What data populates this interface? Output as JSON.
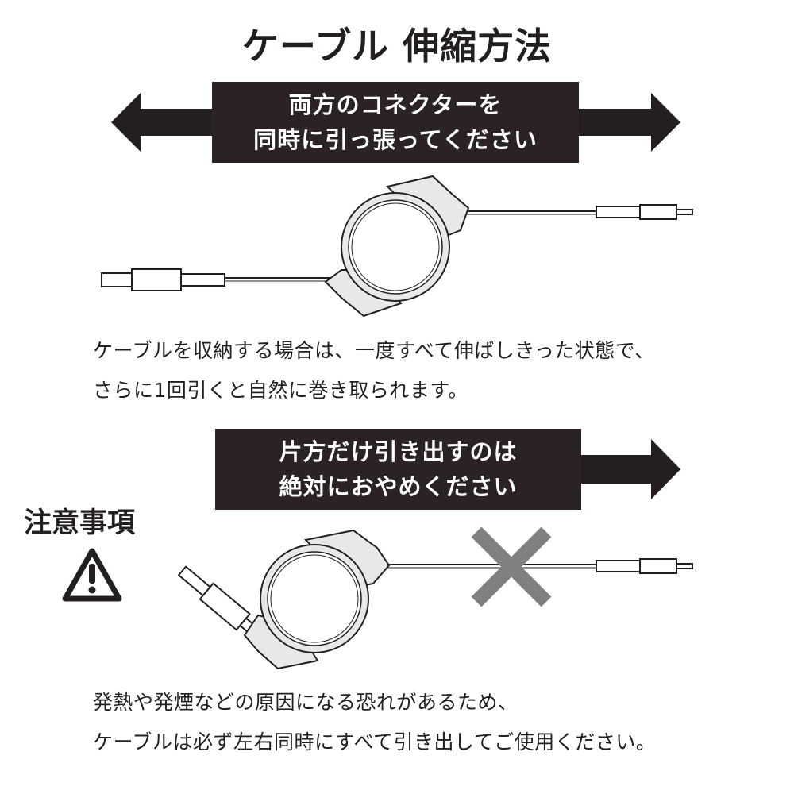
{
  "title": "ケーブル 伸縮方法",
  "banner_pull_both": {
    "line1": "両方のコネクターを",
    "line2": "同時に引っ張ってください"
  },
  "retract_note": {
    "line1": "ケーブルを収納する場合は、一度すべて伸ばしきった状態で、",
    "line2": "さらに1回引くと自然に巻き取られます。"
  },
  "banner_one_side": {
    "line1": "片方だけ引き出すのは",
    "line2": "絶対におやめください"
  },
  "caution_label": "注意事項",
  "caution_note": {
    "line1": "発熱や発煙などの原因になる恐れがあるため、",
    "line2": "ケーブルは必ず左右同時にすべて引き出してご使用ください。"
  },
  "colors": {
    "ink": "#231f20",
    "banner": "#2a2223",
    "reel_fill": "#e8e8e8",
    "cross": "#808080"
  },
  "icons": [
    "arrow-left-icon",
    "arrow-right-icon",
    "warning-triangle-icon",
    "cross-mark-icon"
  ]
}
